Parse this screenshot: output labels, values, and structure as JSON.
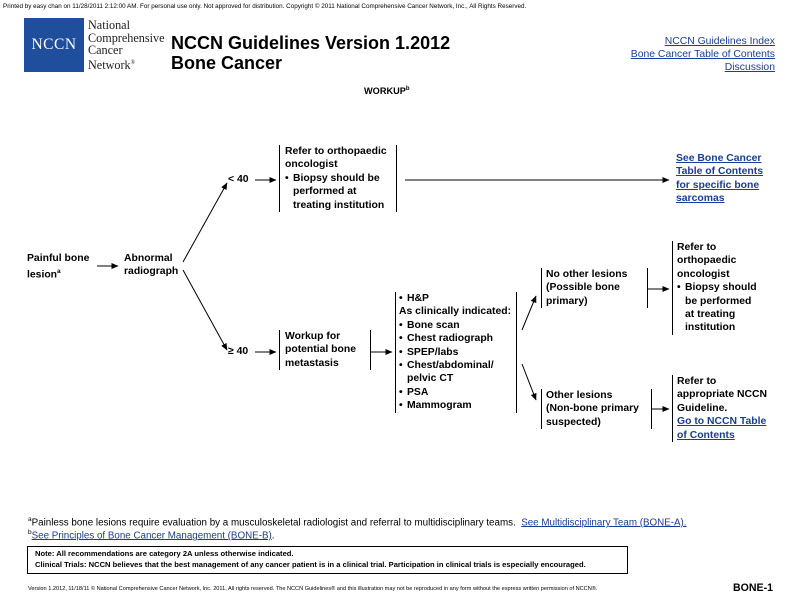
{
  "print_notice": "Printed by easy chan on 11/28/2011 2:12:00 AM. For personal use only. Not approved for distribution. Copyright © 2011 National Comprehensive Cancer Network, Inc., All Rights Reserved.",
  "logo": {
    "abbr": "NCCN",
    "lines": [
      "National",
      "Comprehensive",
      "Cancer",
      "Network"
    ],
    "reg": "®"
  },
  "header": {
    "title": "NCCN Guidelines Version 1.2012",
    "subtitle": "Bone Cancer",
    "links": [
      "NCCN Guidelines Index",
      "Bone Cancer Table of Contents",
      "Discussion"
    ]
  },
  "workup": {
    "heading": "WORKUP",
    "sup": "b"
  },
  "flow": {
    "start": {
      "line1": "Painful bone",
      "line2": "lesion",
      "sup": "a"
    },
    "abnormal": [
      "Abnormal",
      "radiograph"
    ],
    "age_under": "< 40",
    "age_over": "≥ 40",
    "refer_ortho": {
      "lines": [
        "Refer to orthopaedic",
        "oncologist"
      ],
      "bullet": [
        "Biopsy should be",
        "performed at",
        "treating institution"
      ]
    },
    "see_bone": [
      "See Bone Cancer",
      "Table of Contents",
      "for specific bone",
      "sarcomas"
    ],
    "workup_meta": [
      "Workup for",
      "potential bone",
      "metastasis"
    ],
    "tests": {
      "first": "H&P",
      "clinically": "As clinically indicated:",
      "items": [
        "Bone scan",
        "Chest radiograph",
        "SPEP/labs",
        "Chest/abdominal/",
        "PSA",
        "Mammogram"
      ],
      "pelvic": "pelvic CT"
    },
    "no_other": [
      "No other lesions",
      "(Possible bone",
      "primary)"
    ],
    "other": [
      "Other lesions",
      "(Non-bone primary",
      "suspected)"
    ],
    "refer_ortho2": {
      "lines": [
        "Refer to",
        "orthopaedic",
        "oncologist"
      ],
      "bullet": [
        "Biopsy should",
        "be performed",
        "at treating",
        "institution"
      ]
    },
    "refer_nccn": {
      "lines": [
        "Refer to",
        "appropriate NCCN",
        "Guideline."
      ],
      "link": [
        "Go to NCCN Table",
        "of Contents"
      ]
    }
  },
  "footnotes": {
    "a_sup": "a",
    "a_text": "Painless bone lesions require evaluation by a musculoskeletal radiologist and referral to multidisciplinary teams.",
    "a_link": "See Multidisciplinary Team (BONE-A).",
    "b_sup": "b",
    "b_link": "See Principles of Bone Cancer Management (BONE-B)",
    "b_tail": "."
  },
  "note": {
    "line1": "Note: All recommendations are category 2A unless otherwise indicated.",
    "line2": "Clinical Trials: NCCN believes that the best management of any cancer patient is in a clinical trial. Participation in clinical trials is especially encouraged."
  },
  "version_line": "Version 1.2012, 11/18/11 © National Comprehensive Cancer Network, Inc. 2011, All rights reserved. The NCCN Guidelines® and this illustration may not be reproduced in any form without the express written permission of NCCN®.",
  "page_id": "BONE-1"
}
